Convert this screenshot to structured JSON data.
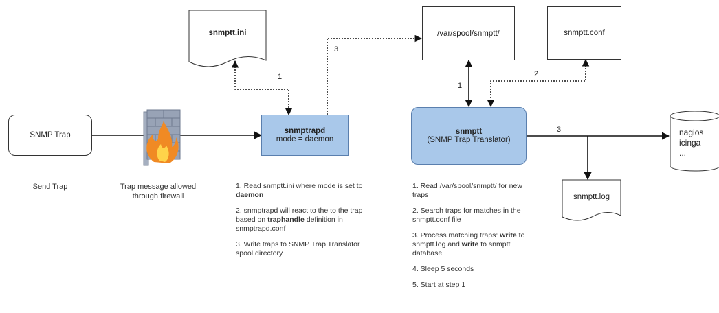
{
  "nodes": {
    "snmp_trap": "SNMP Trap",
    "snmptt_ini": "snmptt.ini",
    "snmptrapd_title": "snmptrapd",
    "snmptrapd_mode": "mode = daemon",
    "spool": "/var/spool/snmptt/",
    "snmptt_conf": "snmptt.conf",
    "snmptt_title": "snmptt",
    "snmptt_subtitle": "(SNMP Trap Translator)",
    "snmptt_log": "snmptt.log",
    "db_lines": [
      "nagios",
      "icinga",
      "..."
    ]
  },
  "captions": {
    "send_trap": "Send Trap",
    "firewall_line1": "Trap message allowed",
    "firewall_line2": "through firewall"
  },
  "edge_labels": {
    "ini_to_trapd": "1",
    "trapd_to_spool": "3",
    "spool_to_snmptt": "1",
    "conf_to_snmptt": "2",
    "snmptt_to_db": "3"
  },
  "notes_trapd": {
    "s1a": "1. Read snmptt.ini where mode is set to ",
    "s1b": "daemon",
    "s2a": "2. snmptrapd will react to the to the trap based on ",
    "s2b": "traphandle",
    "s2c": " definition in snmptrapd.conf",
    "s3": "3. Write traps to SNMP Trap Translator spool directory"
  },
  "notes_snmptt": {
    "s1": "1. Read /var/spool/snmptt/ for new traps",
    "s2": "2. Search traps for matches in the snmptt.conf file",
    "s3a": "3. Process matching traps: ",
    "s3b": "write",
    "s3c": " to snmptt.log and ",
    "s3d": "write",
    "s3e": " to snmptt database",
    "s4": "4. Sleep 5 seconds",
    "s5": "5. Start at step 1"
  },
  "colors": {
    "process_fill": "#a9c8ea",
    "process_border": "#5a7fae",
    "line": "#111111",
    "firewall_brick": "#8e9aae",
    "flame": "#f08a24"
  },
  "icons": {
    "firewall": "firewall-icon"
  }
}
